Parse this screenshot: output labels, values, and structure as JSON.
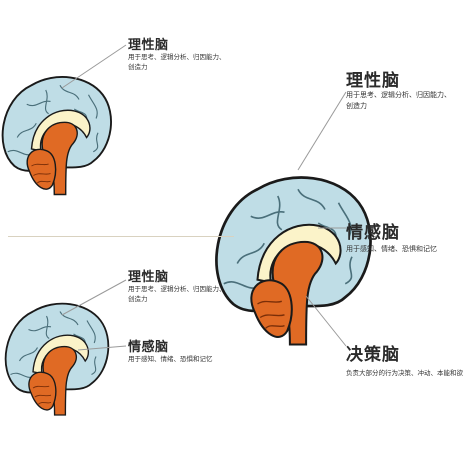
{
  "colors": {
    "cortex_fill": "#bfdde6",
    "cortex_outline": "#1a1a1a",
    "limbic_fill": "#fbf3c9",
    "stem_fill": "#e06a24",
    "leader_line": "#9a9a9a"
  },
  "panel_top": {
    "rational": {
      "title": "理性脑",
      "desc": [
        "用于思考、逻辑分析、归因能力、",
        "创造力"
      ]
    }
  },
  "panel_bottom": {
    "rational": {
      "title": "理性脑",
      "desc": [
        "用于思考、逻辑分析、归因能力、",
        "创造力"
      ]
    },
    "emotional": {
      "title": "情感脑",
      "desc": [
        "用于感知、情绪、恐惧和记忆"
      ]
    }
  },
  "panel_right": {
    "rational": {
      "title": "理性脑",
      "desc": [
        "用于思考、逻辑分析、归因能力、",
        "创造力"
      ]
    },
    "emotional": {
      "title": "情感脑",
      "desc": [
        "用于感知、情绪、恐惧和记忆"
      ]
    },
    "decision": {
      "title": "决策脑",
      "desc": [
        "负责大部分的行为决策、冲动、本能和欲望"
      ]
    }
  }
}
